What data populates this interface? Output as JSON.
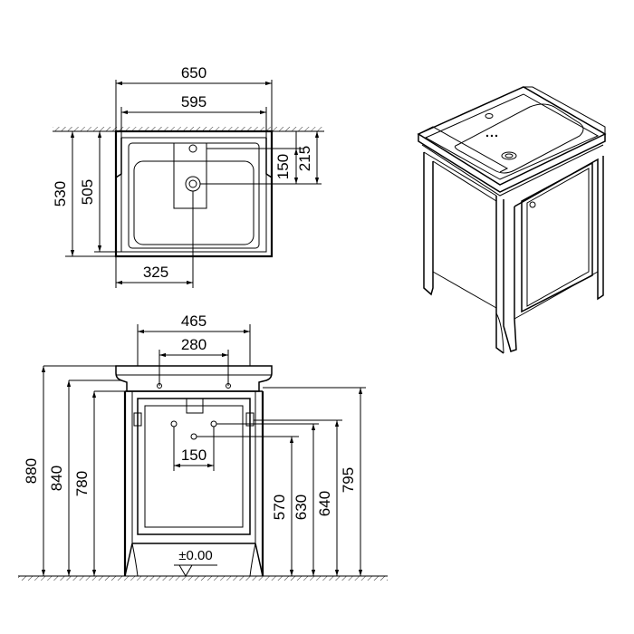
{
  "top_view": {
    "overall_width": "650",
    "basin_width": "595",
    "overall_depth": "530",
    "basin_depth": "505",
    "tap_hole_offset": "150",
    "waste_offset": "215",
    "waste_from_side": "325"
  },
  "front_view": {
    "cabinet_width": "465",
    "leg_spacing": "280",
    "drain_spacing": "150",
    "total_height": "880",
    "top_height": "840",
    "cabinet_height": "780",
    "drain_height": "570",
    "fixing_height_1": "630",
    "fixing_height_2": "640",
    "basin_rim_height": "795",
    "floor_level": "±0.00"
  }
}
